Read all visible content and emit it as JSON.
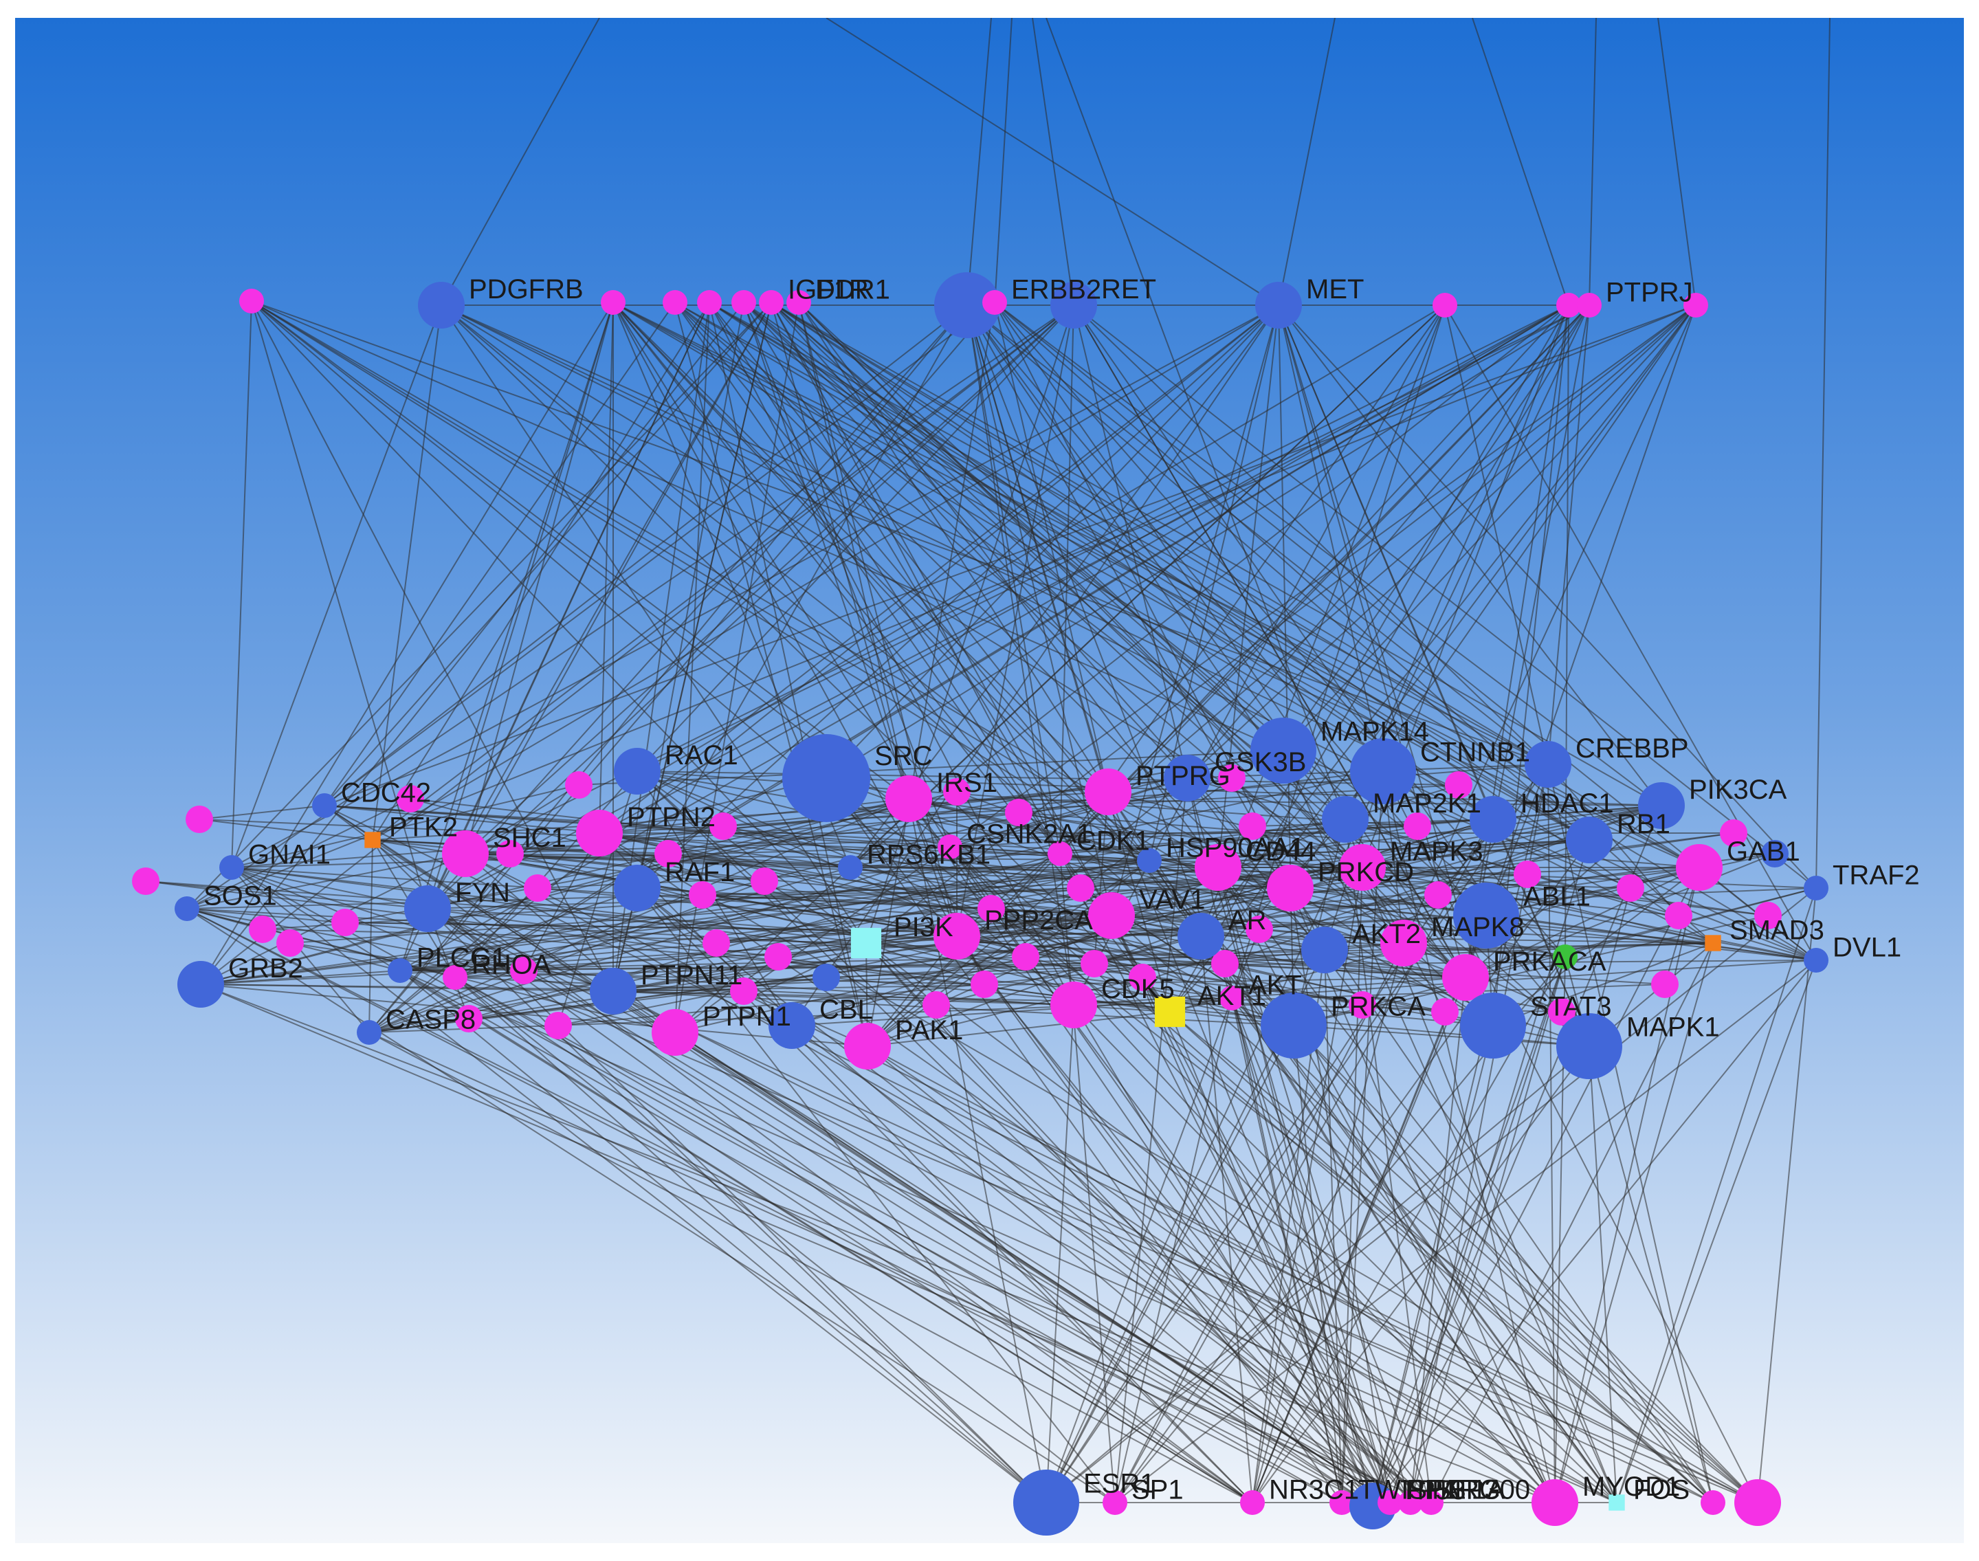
{
  "colors": {
    "bg_top": "#1E6FD4",
    "bg_bottom": "#F4F7FB",
    "edge": "#2b2b2b",
    "blue": "#4267D9",
    "magenta": "#F531E5",
    "orange": "#F27D1B",
    "cyan": "#8FF5F5",
    "yellow": "#F2E41C",
    "green": "#3CC23C"
  },
  "nodes": [
    {
      "id": "t0",
      "label": "",
      "color": "magenta",
      "shape": "circle",
      "size": "s",
      "layer": "top"
    },
    {
      "id": "PDGFRB",
      "label": "PDGFRB",
      "color": "blue",
      "shape": "circle",
      "size": "m",
      "layer": "top"
    },
    {
      "id": "t2",
      "label": "",
      "color": "magenta",
      "shape": "circle",
      "size": "s",
      "layer": "top"
    },
    {
      "id": "t3",
      "label": "",
      "color": "magenta",
      "shape": "circle",
      "size": "s",
      "layer": "top"
    },
    {
      "id": "t4",
      "label": "",
      "color": "magenta",
      "shape": "circle",
      "size": "s",
      "layer": "top"
    },
    {
      "id": "t5",
      "label": "",
      "color": "magenta",
      "shape": "circle",
      "size": "s",
      "layer": "top"
    },
    {
      "id": "IGF1R",
      "label": "IGF1R",
      "color": "magenta",
      "shape": "circle",
      "size": "s",
      "layer": "top"
    },
    {
      "id": "DDR1",
      "label": "DDR1",
      "color": "magenta",
      "shape": "circle",
      "size": "s",
      "layer": "top"
    },
    {
      "id": "EGFR",
      "label": "",
      "color": "blue",
      "shape": "circle",
      "size": "l",
      "layer": "top"
    },
    {
      "id": "ERBB2",
      "label": "ERBB2",
      "color": "magenta",
      "shape": "circle",
      "size": "s",
      "layer": "top"
    },
    {
      "id": "RET",
      "label": "RET",
      "color": "blue",
      "shape": "circle",
      "size": "m",
      "layer": "top"
    },
    {
      "id": "MET",
      "label": "MET",
      "color": "blue",
      "shape": "circle",
      "size": "m",
      "layer": "top"
    },
    {
      "id": "t12",
      "label": "",
      "color": "magenta",
      "shape": "circle",
      "size": "s",
      "layer": "top"
    },
    {
      "id": "t13",
      "label": "",
      "color": "magenta",
      "shape": "circle",
      "size": "s",
      "layer": "top"
    },
    {
      "id": "PTPRJ",
      "label": "PTPRJ",
      "color": "magenta",
      "shape": "circle",
      "size": "s",
      "layer": "top"
    },
    {
      "id": "t15",
      "label": "",
      "color": "magenta",
      "shape": "circle",
      "size": "s",
      "layer": "top"
    },
    {
      "id": "CDC42",
      "label": "CDC42",
      "color": "blue",
      "shape": "circle",
      "size": "s",
      "layer": "mid"
    },
    {
      "id": "PTK2",
      "label": "PTK2",
      "color": "orange",
      "shape": "square",
      "size": "s",
      "layer": "mid"
    },
    {
      "id": "GNAI1",
      "label": "GNAI1",
      "color": "blue",
      "shape": "circle",
      "size": "s",
      "layer": "mid"
    },
    {
      "id": "SOS1",
      "label": "SOS1",
      "color": "blue",
      "shape": "circle",
      "size": "s",
      "layer": "mid"
    },
    {
      "id": "GRB2",
      "label": "GRB2",
      "color": "blue",
      "shape": "circle",
      "size": "m",
      "layer": "mid"
    },
    {
      "id": "SHC1",
      "label": "SHC1",
      "color": "magenta",
      "shape": "circle",
      "size": "m",
      "layer": "mid"
    },
    {
      "id": "FYN",
      "label": "FYN",
      "color": "blue",
      "shape": "circle",
      "size": "m",
      "layer": "mid"
    },
    {
      "id": "PLCG1",
      "label": "PLCG1",
      "color": "blue",
      "shape": "circle",
      "size": "s",
      "layer": "mid"
    },
    {
      "id": "RHOA",
      "label": "RHOA",
      "color": "magenta",
      "shape": "circle",
      "size": "s",
      "layer": "mid"
    },
    {
      "id": "CASP8",
      "label": "CASP8",
      "color": "blue",
      "shape": "circle",
      "size": "s",
      "layer": "mid"
    },
    {
      "id": "RAC1",
      "label": "RAC1",
      "color": "blue",
      "shape": "circle",
      "size": "m",
      "layer": "mid"
    },
    {
      "id": "PTPN2",
      "label": "PTPN2",
      "color": "magenta",
      "shape": "circle",
      "size": "m",
      "layer": "mid"
    },
    {
      "id": "RAF1",
      "label": "RAF1",
      "color": "blue",
      "shape": "circle",
      "size": "m",
      "layer": "mid"
    },
    {
      "id": "PTPN11",
      "label": "PTPN11",
      "color": "blue",
      "shape": "circle",
      "size": "m",
      "layer": "mid"
    },
    {
      "id": "PTPN1",
      "label": "PTPN1",
      "color": "magenta",
      "shape": "circle",
      "size": "m",
      "layer": "mid"
    },
    {
      "id": "SRC",
      "label": "SRC",
      "color": "blue",
      "shape": "circle",
      "size": "xl",
      "layer": "mid"
    },
    {
      "id": "RPS6KB1",
      "label": "RPS6KB1",
      "color": "blue",
      "shape": "circle",
      "size": "s",
      "layer": "mid"
    },
    {
      "id": "PI3K",
      "label": "PI3K",
      "color": "cyan",
      "shape": "square",
      "size": "m",
      "layer": "mid"
    },
    {
      "id": "CBL",
      "label": "CBL",
      "color": "blue",
      "shape": "circle",
      "size": "m",
      "layer": "mid"
    },
    {
      "id": "PAK1",
      "label": "PAK1",
      "color": "magenta",
      "shape": "circle",
      "size": "m",
      "layer": "mid"
    },
    {
      "id": "IRS1",
      "label": "IRS1",
      "color": "magenta",
      "shape": "circle",
      "size": "m",
      "layer": "mid"
    },
    {
      "id": "CSNK2A1",
      "label": "CSNK2A1",
      "color": "magenta",
      "shape": "circle",
      "size": "s",
      "layer": "mid"
    },
    {
      "id": "PPP2CA",
      "label": "PPP2CA",
      "color": "magenta",
      "shape": "circle",
      "size": "m",
      "layer": "mid"
    },
    {
      "id": "CDK1",
      "label": "CDK1",
      "color": "magenta",
      "shape": "circle",
      "size": "s",
      "layer": "mid"
    },
    {
      "id": "CDK5",
      "label": "CDK5",
      "color": "magenta",
      "shape": "circle",
      "size": "m",
      "layer": "mid"
    },
    {
      "id": "PTPRG",
      "label": "PTPRG",
      "color": "magenta",
      "shape": "circle",
      "size": "m",
      "layer": "mid"
    },
    {
      "id": "GSK3B",
      "label": "GSK3B",
      "color": "blue",
      "shape": "circle",
      "size": "m",
      "layer": "mid"
    },
    {
      "id": "HSP90AA1",
      "label": "HSP90AA1",
      "color": "blue",
      "shape": "circle",
      "size": "s",
      "layer": "mid"
    },
    {
      "id": "CD44",
      "label": "CD44",
      "color": "magenta",
      "shape": "circle",
      "size": "m",
      "layer": "mid"
    },
    {
      "id": "VAV1",
      "label": "VAV1",
      "color": "magenta",
      "shape": "circle",
      "size": "m",
      "layer": "mid"
    },
    {
      "id": "AKT1",
      "label": "AKT1",
      "color": "yellow",
      "shape": "square",
      "size": "m",
      "layer": "mid"
    },
    {
      "id": "AKT",
      "label": "AKT",
      "color": "magenta",
      "shape": "circle",
      "size": "s",
      "layer": "mid"
    },
    {
      "id": "MAPK14",
      "label": "MAPK14",
      "color": "blue",
      "shape": "circle",
      "size": "l",
      "layer": "mid"
    },
    {
      "id": "CTNNB1",
      "label": "CTNNB1",
      "color": "blue",
      "shape": "circle",
      "size": "l",
      "layer": "mid"
    },
    {
      "id": "PRKCD",
      "label": "PRKCD",
      "color": "magenta",
      "shape": "circle",
      "size": "m",
      "layer": "mid"
    },
    {
      "id": "MAP2K1",
      "label": "MAP2K1",
      "color": "blue",
      "shape": "circle",
      "size": "m",
      "layer": "mid"
    },
    {
      "id": "MAPK3",
      "label": "MAPK3",
      "color": "magenta",
      "shape": "circle",
      "size": "m",
      "layer": "mid"
    },
    {
      "id": "AR",
      "label": "AR",
      "color": "blue",
      "shape": "circle",
      "size": "m",
      "layer": "mid"
    },
    {
      "id": "AKT2",
      "label": "AKT2",
      "color": "blue",
      "shape": "circle",
      "size": "m",
      "layer": "mid"
    },
    {
      "id": "MAPK8",
      "label": "MAPK8",
      "color": "magenta",
      "shape": "circle",
      "size": "m",
      "layer": "mid"
    },
    {
      "id": "PRKCA",
      "label": "PRKCA",
      "color": "blue",
      "shape": "circle",
      "size": "l",
      "layer": "mid"
    },
    {
      "id": "PRKACA",
      "label": "PRKACA",
      "color": "magenta",
      "shape": "circle",
      "size": "m",
      "layer": "mid"
    },
    {
      "id": "CREBBP",
      "label": "CREBBP",
      "color": "blue",
      "shape": "circle",
      "size": "m",
      "layer": "mid"
    },
    {
      "id": "HDAC1",
      "label": "HDAC1",
      "color": "blue",
      "shape": "circle",
      "size": "m",
      "layer": "mid"
    },
    {
      "id": "RB1",
      "label": "RB1",
      "color": "blue",
      "shape": "circle",
      "size": "m",
      "layer": "mid"
    },
    {
      "id": "PIK3CA",
      "label": "PIK3CA",
      "color": "blue",
      "shape": "circle",
      "size": "m",
      "layer": "mid"
    },
    {
      "id": "GAB1",
      "label": "GAB1",
      "color": "magenta",
      "shape": "circle",
      "size": "m",
      "layer": "mid"
    },
    {
      "id": "TRAF2",
      "label": "TRAF2",
      "color": "blue",
      "shape": "circle",
      "size": "s",
      "layer": "mid"
    },
    {
      "id": "ABL1",
      "label": "ABL1",
      "color": "blue",
      "shape": "circle",
      "size": "l",
      "layer": "mid"
    },
    {
      "id": "g_ABL",
      "label": "",
      "color": "green",
      "shape": "circle",
      "size": "s",
      "layer": "mid"
    },
    {
      "id": "SMAD3",
      "label": "SMAD3",
      "color": "orange",
      "shape": "square",
      "size": "s",
      "layer": "mid"
    },
    {
      "id": "DVL1",
      "label": "DVL1",
      "color": "blue",
      "shape": "circle",
      "size": "s",
      "layer": "mid"
    },
    {
      "id": "STAT3",
      "label": "STAT3",
      "color": "blue",
      "shape": "circle",
      "size": "l",
      "layer": "mid"
    },
    {
      "id": "MAPK1",
      "label": "MAPK1",
      "color": "blue",
      "shape": "circle",
      "size": "l",
      "layer": "mid"
    },
    {
      "id": "ESR1",
      "label": "ESR1",
      "color": "blue",
      "shape": "circle",
      "size": "l",
      "layer": "bottom"
    },
    {
      "id": "SP1",
      "label": "SP1",
      "color": "magenta",
      "shape": "circle",
      "size": "s",
      "layer": "bottom"
    },
    {
      "id": "NR3C1",
      "label": "NR3C1",
      "color": "magenta",
      "shape": "circle",
      "size": "s",
      "layer": "bottom"
    },
    {
      "id": "TWIST1",
      "label": "TWIST1",
      "color": "magenta",
      "shape": "circle",
      "size": "s",
      "layer": "bottom"
    },
    {
      "id": "TP53",
      "label": "TP53",
      "color": "blue",
      "shape": "circle",
      "size": "m",
      "layer": "bottom"
    },
    {
      "id": "PPARG",
      "label": "PPARG",
      "color": "magenta",
      "shape": "circle",
      "size": "s",
      "layer": "bottom"
    },
    {
      "id": "HIF1A",
      "label": "HIF1A",
      "color": "magenta",
      "shape": "circle",
      "size": "s",
      "layer": "bottom"
    },
    {
      "id": "EP300",
      "label": "EP300",
      "color": "magenta",
      "shape": "circle",
      "size": "s",
      "layer": "bottom"
    },
    {
      "id": "MYOD1",
      "label": "MYOD1",
      "color": "magenta",
      "shape": "circle",
      "size": "m",
      "layer": "bottom"
    },
    {
      "id": "FOS",
      "label": "FOS",
      "color": "cyan",
      "shape": "square",
      "size": "s",
      "layer": "bottom"
    },
    {
      "id": "b10",
      "label": "",
      "color": "magenta",
      "shape": "circle",
      "size": "s",
      "layer": "bottom"
    },
    {
      "id": "b11",
      "label": "",
      "color": "magenta",
      "shape": "circle",
      "size": "m",
      "layer": "bottom"
    }
  ]
}
